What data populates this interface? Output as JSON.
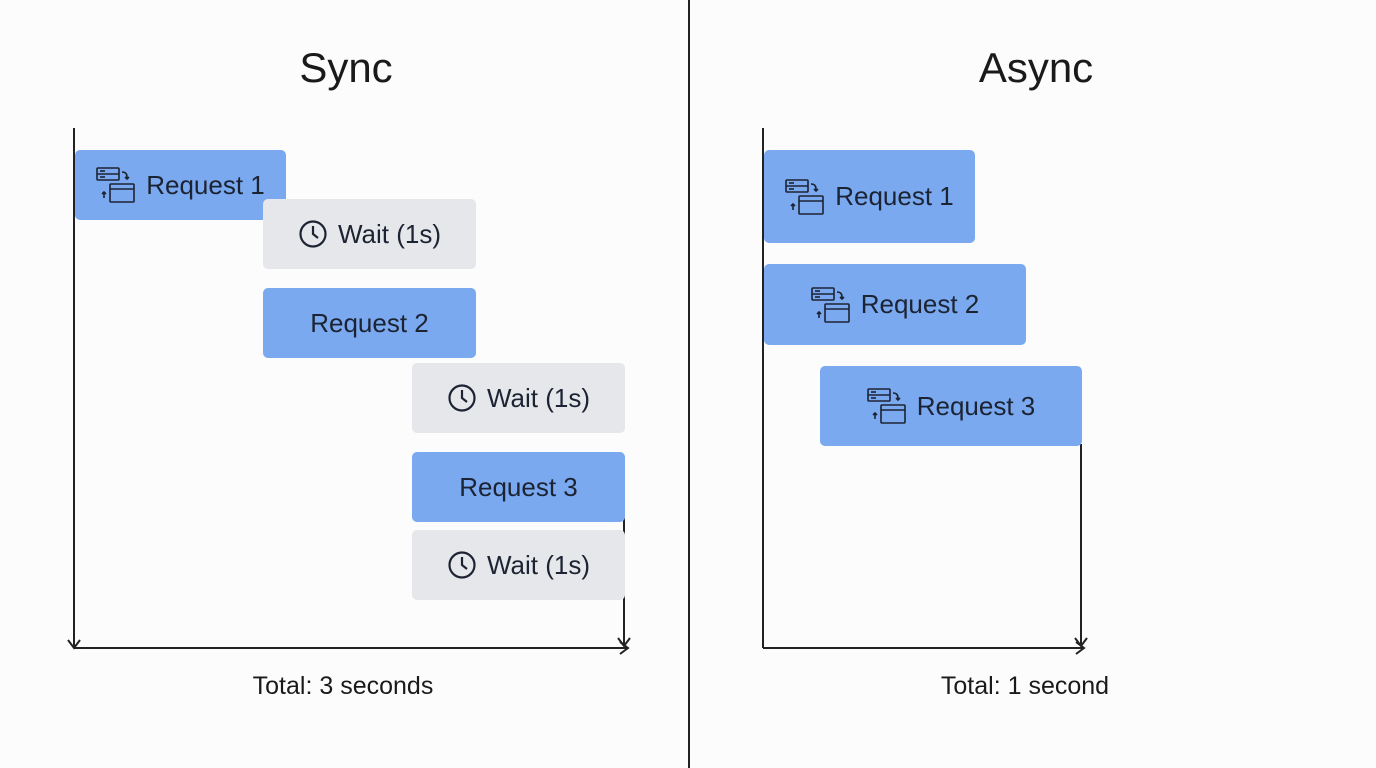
{
  "sync": {
    "title": "Sync",
    "blocks": [
      {
        "kind": "request",
        "label": "Request 1",
        "icon": "request-icon"
      },
      {
        "kind": "wait",
        "label": "Wait (1s)",
        "icon": "clock-icon"
      },
      {
        "kind": "request",
        "label": "Request 2"
      },
      {
        "kind": "wait",
        "label": "Wait (1s)",
        "icon": "clock-icon"
      },
      {
        "kind": "request",
        "label": "Request 3"
      },
      {
        "kind": "wait",
        "label": "Wait (1s)",
        "icon": "clock-icon"
      }
    ],
    "total": "Total: 3 seconds"
  },
  "async": {
    "title": "Async",
    "blocks": [
      {
        "kind": "request",
        "label": "Request 1",
        "icon": "request-icon"
      },
      {
        "kind": "request",
        "label": "Request 2",
        "icon": "request-icon"
      },
      {
        "kind": "request",
        "label": "Request 3",
        "icon": "request-icon"
      }
    ],
    "total": "Total: 1 second"
  },
  "colors": {
    "request": "#7aa9f0",
    "wait": "#e6e7ea",
    "line": "#222222"
  }
}
